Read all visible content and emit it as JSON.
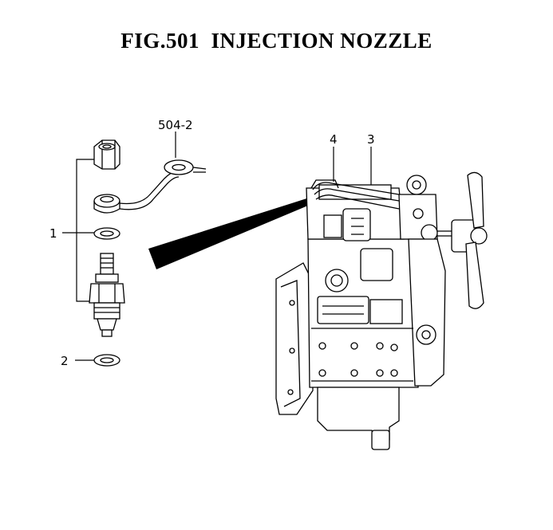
{
  "title": "FIG.501  INJECTION NOZZLE",
  "callouts": {
    "nozzle_assembly": "1",
    "washer": "2",
    "engine_part_3": "3",
    "engine_part_4": "4",
    "return_pipe": "504-2"
  }
}
